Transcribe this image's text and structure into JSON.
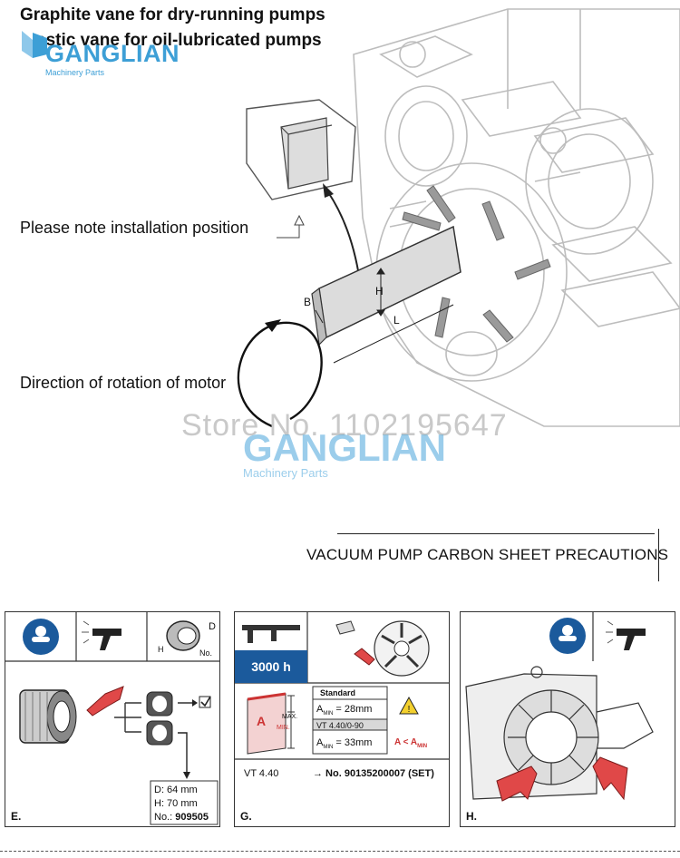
{
  "header": {
    "line1": "Graphite vane for dry-running pumps",
    "line2": "astic vane for oil-lubricated pumps"
  },
  "brand": {
    "name": "GANGLIAN",
    "tagline": "Machinery Parts"
  },
  "diagram": {
    "note_install": "Please note installation position",
    "note_rotation": "Direction of rotation of motor",
    "dim_B": "B",
    "dim_H": "H",
    "dim_L": "L"
  },
  "watermark": {
    "store": "Store No. 1102195647"
  },
  "section_heading": "VACUUM PUMP CARBON SHEET PRECAUTIONS",
  "panels": {
    "e": {
      "label": "E.",
      "dim_D": "D",
      "dim_H": "H",
      "no_abbr": "No.",
      "d_value": "D: 64 mm",
      "h_value": "H: 70 mm",
      "no_label": "No.:",
      "no_value": "909505"
    },
    "g": {
      "label": "G.",
      "hours": "3000 h",
      "standard": "Standard",
      "a_min_std": "= 28mm",
      "vt_range": "VT 4.40/0-90",
      "a_min_vt": "= 33mm",
      "a_lt": "A < A",
      "a_letter": "A",
      "max": "MAX.",
      "min": "MIN.",
      "model": "VT 4.40",
      "part": "→ No. 90135200007 (SET)"
    },
    "h": {
      "label": "H."
    }
  }
}
